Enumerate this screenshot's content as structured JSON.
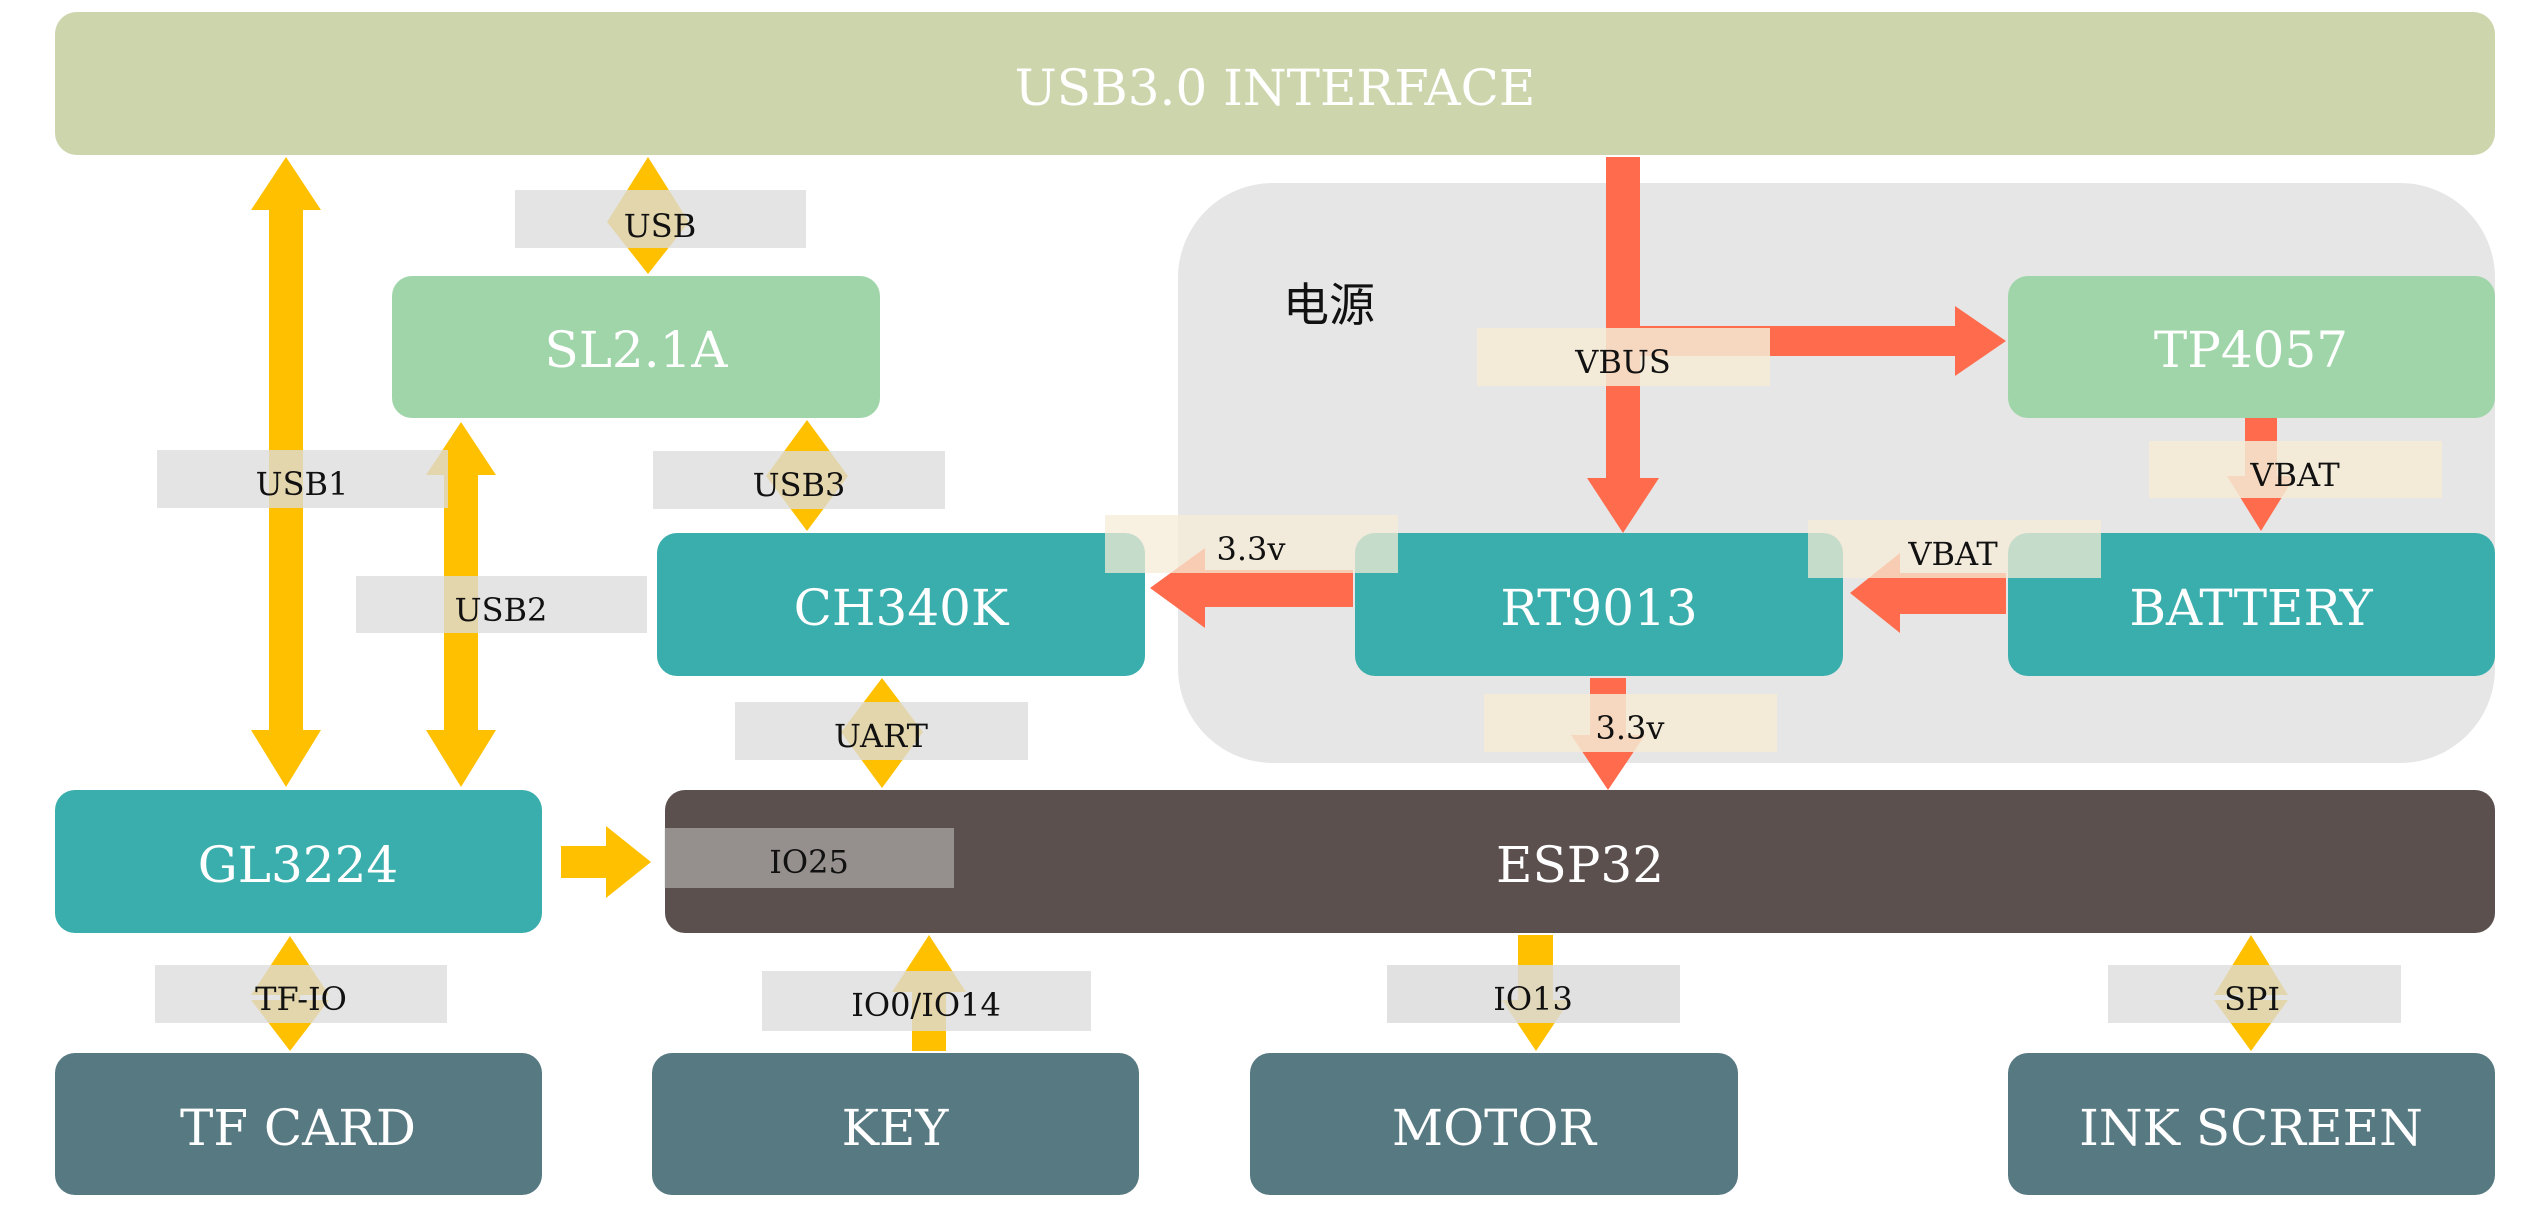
{
  "colors": {
    "interface": "#cdd5ad",
    "green_block": "#a0d5aa",
    "teal_block": "#3aaeac",
    "dark_block": "#5b504e",
    "slate_block": "#577982",
    "power_zone": "#e6e6e6",
    "tag": "#dcdcdc",
    "tag_warm": "#f5ebd5",
    "arrow_yellow": "#ffc000",
    "arrow_red": "#ff6b4d"
  },
  "blocks": {
    "usb_interface": "USB3.0 INTERFACE",
    "sl21a": "SL2.1A",
    "tp4057": "TP4057",
    "ch340k": "CH340K",
    "rt9013": "RT9013",
    "battery": "BATTERY",
    "gl3224": "GL3224",
    "esp32": "ESP32",
    "tf_card": "TF CARD",
    "key": "KEY",
    "motor": "MOTOR",
    "ink_screen": "INK SCREEN"
  },
  "zones": {
    "power": "电源"
  },
  "tags": {
    "usb": "USB",
    "usb1": "USB1",
    "usb2": "USB2",
    "usb3": "USB3",
    "uart": "UART",
    "vbus": "VBUS",
    "vbat_tp": "VBAT",
    "vbat_batt": "VBAT",
    "v33_ch340": "3.3v",
    "v33_esp": "3.3v",
    "io25": "IO25",
    "tf_io": "TF-IO",
    "io0_io14": "IO0/IO14",
    "io13": "IO13",
    "spi": "SPI"
  }
}
